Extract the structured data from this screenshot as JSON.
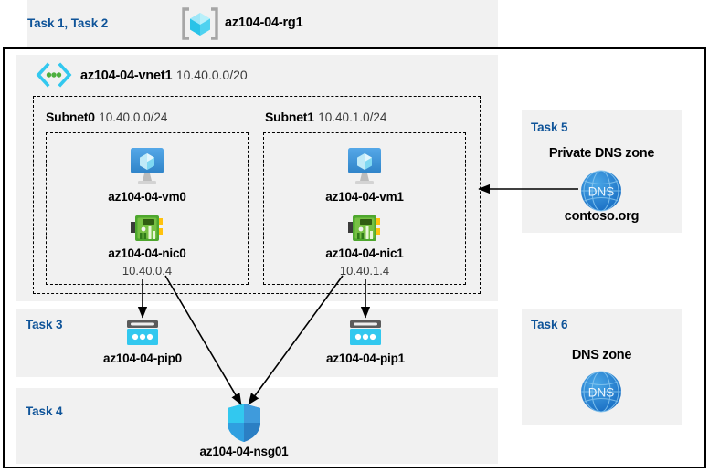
{
  "diagram": {
    "resource_group": {
      "task_label": "Task 1, Task 2",
      "name": "az104-04-rg1",
      "icon": "resource-group-icon"
    },
    "vnet": {
      "name": "az104-04-vnet1",
      "cidr": "10.40.0.0/20",
      "icon": "virtual-network-icon"
    },
    "subnets": [
      {
        "name": "Subnet0",
        "cidr": "10.40.0.0/24",
        "vm": {
          "name": "az104-04-vm0",
          "icon": "virtual-machine-icon"
        },
        "nic": {
          "name": "az104-04-nic0",
          "ip": "10.40.0.4",
          "icon": "network-interface-icon"
        }
      },
      {
        "name": "Subnet1",
        "cidr": "10.40.1.0/24",
        "vm": {
          "name": "az104-04-vm1",
          "icon": "virtual-machine-icon"
        },
        "nic": {
          "name": "az104-04-nic1",
          "ip": "10.40.1.4",
          "icon": "network-interface-icon"
        }
      }
    ],
    "public_ips": {
      "task_label": "Task 3",
      "items": [
        {
          "name": "az104-04-pip0",
          "icon": "public-ip-address-icon"
        },
        {
          "name": "az104-04-pip1",
          "icon": "public-ip-address-icon"
        }
      ]
    },
    "nsg": {
      "task_label": "Task 4",
      "name": "az104-04-nsg01",
      "icon": "network-security-group-icon"
    },
    "private_dns_zone": {
      "task_label": "Task 5",
      "title": "Private DNS zone",
      "name": "contoso.org",
      "icon": "dns-zone-icon",
      "icon_text": "DNS"
    },
    "dns_zone": {
      "task_label": "Task 6",
      "title": "DNS zone",
      "icon": "dns-zone-icon",
      "icon_text": "DNS"
    },
    "colors": {
      "task_text": "#0f5499",
      "panel_bg": "#f1f1f1",
      "border": "#000000",
      "dns_blue": "#1b84d8",
      "pip_cyan": "#32c8ef",
      "nic_green": "#5fbb46",
      "vm_blue": "#3f9bdc"
    }
  }
}
